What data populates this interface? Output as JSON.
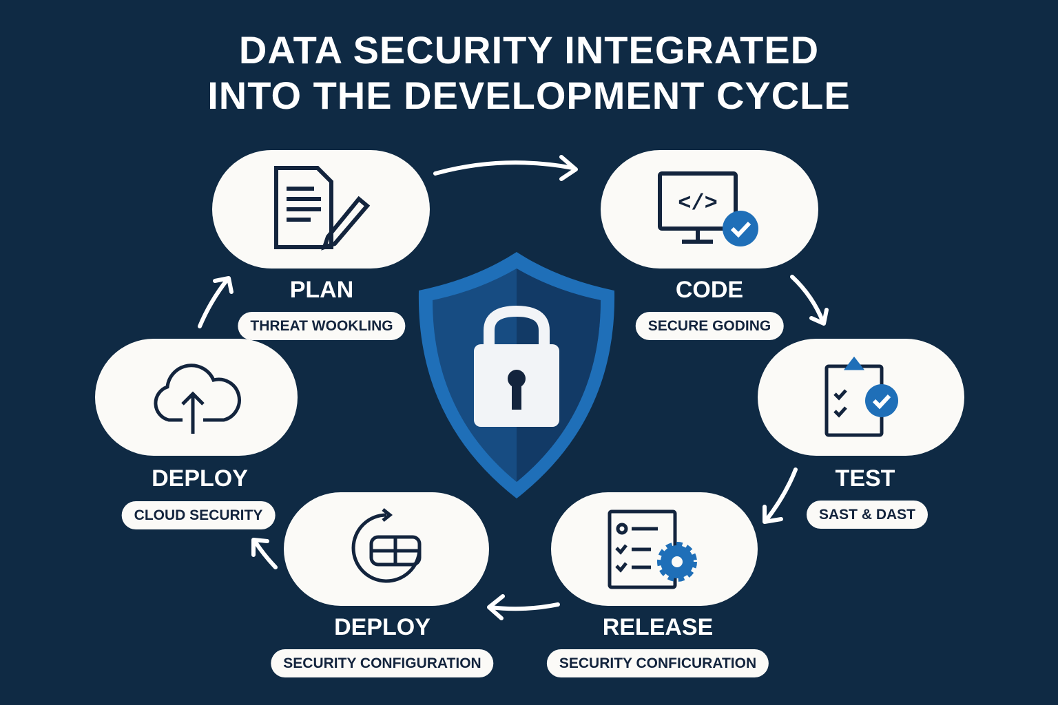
{
  "title": {
    "line1": "DATA SECURITY INTEGRATED",
    "line2": "INTO THE DEVELOPMENT CYCLE"
  },
  "colors": {
    "background": "#0f2a44",
    "accent": "#1f6fb8",
    "icon": "#13243d",
    "node": "#fbfaf7"
  },
  "stages": [
    {
      "name": "PLAN",
      "subtitle": "THREAT WOOKLING",
      "icon": "document-pencil-icon"
    },
    {
      "name": "CODE",
      "subtitle": "SECURE GODING",
      "icon": "monitor-code-check-icon"
    },
    {
      "name": "TEST",
      "subtitle": "SAST & DAST",
      "icon": "clipboard-check-icon"
    },
    {
      "name": "RELEASE",
      "subtitle": "SECURITY CONFICURATION",
      "icon": "checklist-gear-icon"
    },
    {
      "name": "DEPLOY",
      "subtitle": "SECURITY CONFIGURATION",
      "icon": "refresh-package-icon"
    },
    {
      "name": "DEPLOY",
      "subtitle": "CLOUD SECURITY",
      "icon": "cloud-upload-icon"
    }
  ],
  "center": {
    "icon": "shield-lock-icon"
  }
}
